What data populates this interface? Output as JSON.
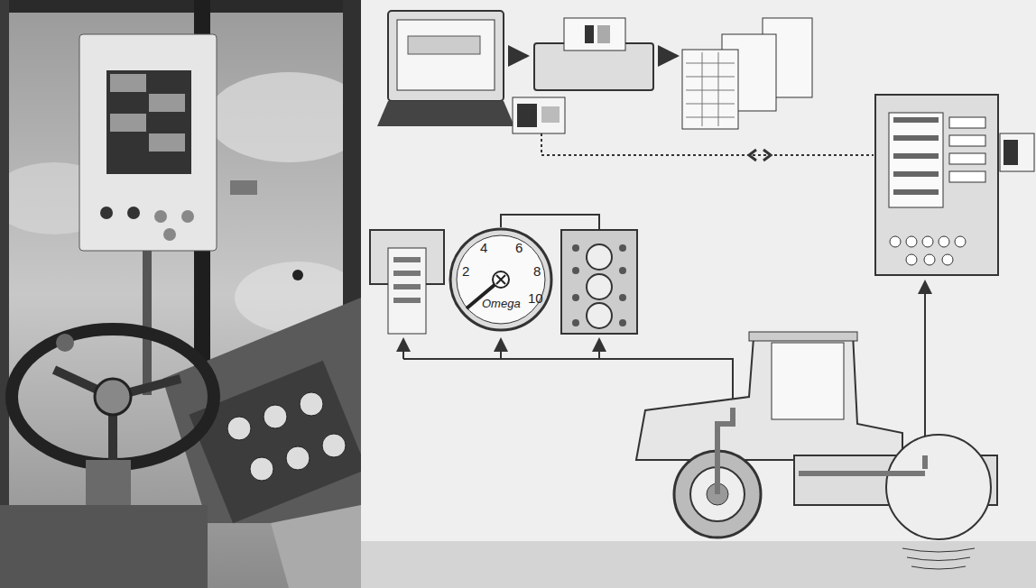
{
  "diagram": {
    "nodes": [
      {
        "text": [
          "Omega"
        ]
      }
    ],
    "labels": [
      "2",
      "4",
      "6",
      "8",
      "10"
    ]
  }
}
